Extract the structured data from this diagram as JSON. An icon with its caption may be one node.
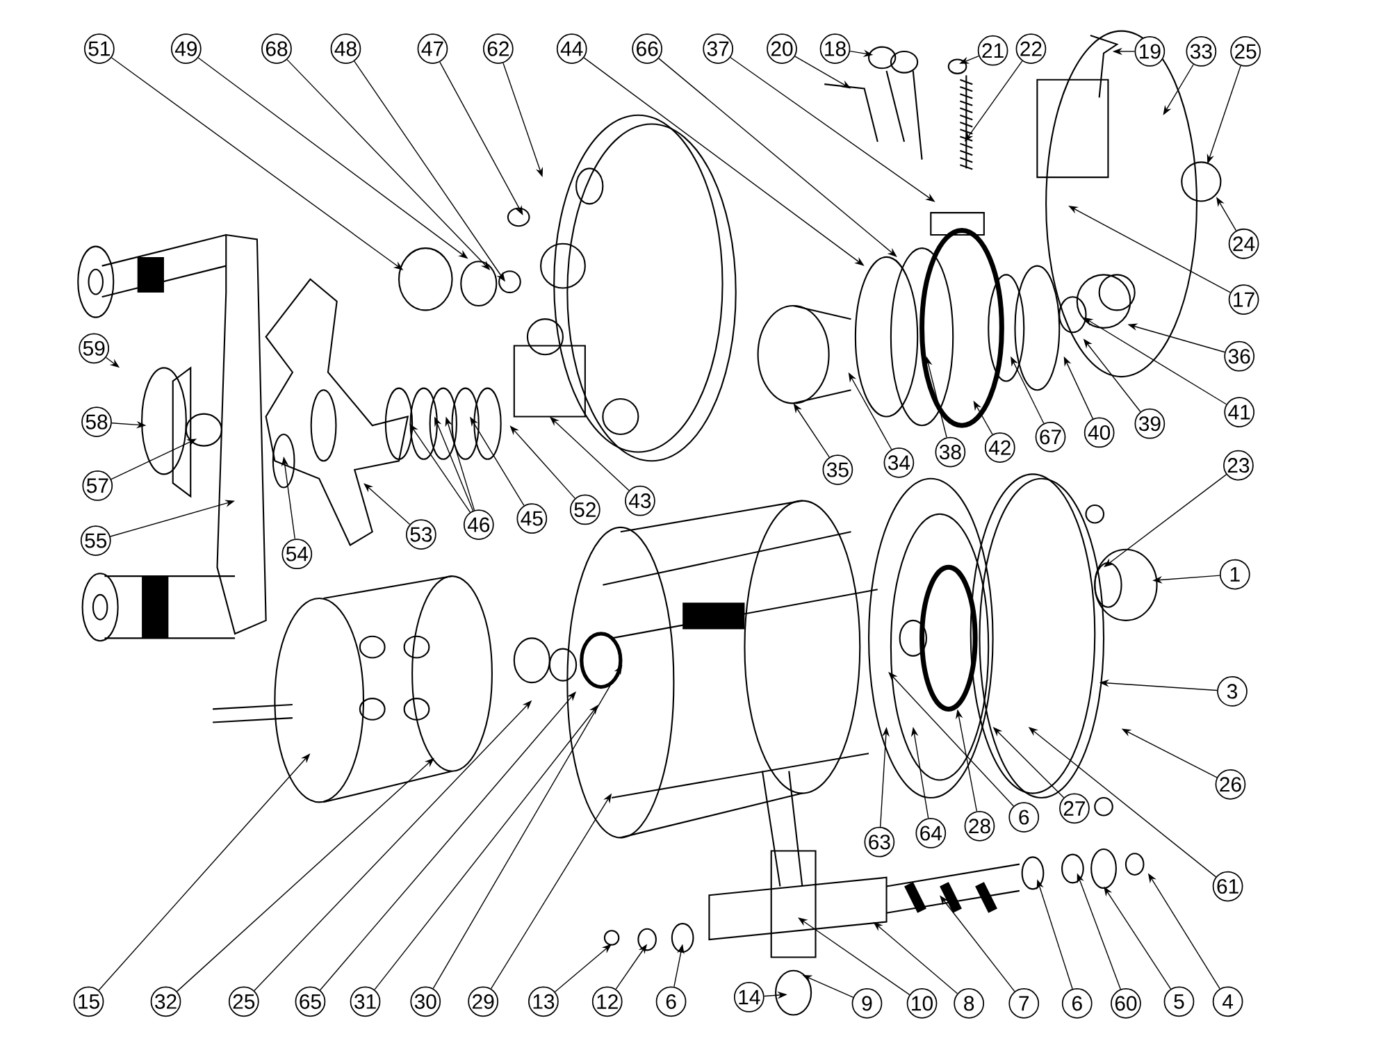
{
  "diagram": {
    "nodes": [
      {
        "text": [
          "51"
        ]
      },
      {
        "text": [
          "49"
        ]
      },
      {
        "text": [
          "68"
        ]
      },
      {
        "text": [
          "48"
        ]
      },
      {
        "text": [
          "47"
        ]
      },
      {
        "text": [
          "62"
        ]
      },
      {
        "text": [
          "44"
        ]
      },
      {
        "text": [
          "66"
        ]
      },
      {
        "text": [
          "37"
        ]
      },
      {
        "text": [
          "20"
        ]
      },
      {
        "text": [
          "18"
        ]
      },
      {
        "text": [
          "21"
        ]
      },
      {
        "text": [
          "22"
        ]
      },
      {
        "text": [
          "19"
        ]
      },
      {
        "text": [
          "33"
        ]
      },
      {
        "text": [
          "25"
        ]
      },
      {
        "text": [
          "24"
        ]
      },
      {
        "text": [
          "17"
        ]
      },
      {
        "text": [
          "36"
        ]
      },
      {
        "text": [
          "41"
        ]
      },
      {
        "text": [
          "39"
        ]
      },
      {
        "text": [
          "40"
        ]
      },
      {
        "text": [
          "67"
        ]
      },
      {
        "text": [
          "42"
        ]
      },
      {
        "text": [
          "38"
        ]
      },
      {
        "text": [
          "34"
        ]
      },
      {
        "text": [
          "35"
        ]
      },
      {
        "text": [
          "59"
        ]
      },
      {
        "text": [
          "58"
        ]
      },
      {
        "text": [
          "57"
        ]
      },
      {
        "text": [
          "55"
        ]
      },
      {
        "text": [
          "54"
        ]
      },
      {
        "text": [
          "53"
        ]
      },
      {
        "text": [
          "46"
        ]
      },
      {
        "text": [
          "45"
        ]
      },
      {
        "text": [
          "52"
        ]
      },
      {
        "text": [
          "43"
        ]
      },
      {
        "text": [
          "23"
        ]
      },
      {
        "text": [
          "1"
        ]
      },
      {
        "text": [
          "3"
        ]
      },
      {
        "text": [
          "26"
        ]
      },
      {
        "text": [
          "61"
        ]
      },
      {
        "text": [
          "27"
        ]
      },
      {
        "text": [
          "6"
        ]
      },
      {
        "text": [
          "28"
        ]
      },
      {
        "text": [
          "64"
        ]
      },
      {
        "text": [
          "63"
        ]
      },
      {
        "text": [
          "15"
        ]
      },
      {
        "text": [
          "32"
        ]
      },
      {
        "text": [
          "25"
        ]
      },
      {
        "text": [
          "65"
        ]
      },
      {
        "text": [
          "31"
        ]
      },
      {
        "text": [
          "30"
        ]
      },
      {
        "text": [
          "29"
        ]
      },
      {
        "text": [
          "13"
        ]
      },
      {
        "text": [
          "12"
        ]
      },
      {
        "text": [
          "6"
        ]
      },
      {
        "text": [
          "14"
        ]
      },
      {
        "text": [
          "9"
        ]
      },
      {
        "text": [
          "10"
        ]
      },
      {
        "text": [
          "8"
        ]
      },
      {
        "text": [
          "7"
        ]
      },
      {
        "text": [
          "6"
        ]
      },
      {
        "text": [
          "60"
        ]
      },
      {
        "text": [
          "5"
        ]
      },
      {
        "text": [
          "4"
        ]
      }
    ],
    "edges": [
      {
        "from": 0,
        "to": null,
        "arrow": "to"
      },
      {
        "from": 1,
        "to": null,
        "arrow": "to"
      },
      {
        "from": 2,
        "to": null,
        "arrow": "to"
      },
      {
        "from": 3,
        "to": null,
        "arrow": "to"
      },
      {
        "from": 4,
        "to": null,
        "arrow": "to"
      },
      {
        "from": 5,
        "to": null,
        "arrow": "to"
      },
      {
        "from": 6,
        "to": null,
        "arrow": "to"
      },
      {
        "from": 7,
        "to": null,
        "arrow": "to"
      },
      {
        "from": 8,
        "to": null,
        "arrow": "to"
      },
      {
        "from": 9,
        "to": null,
        "arrow": "to"
      },
      {
        "from": 10,
        "to": null,
        "arrow": "to"
      },
      {
        "from": 11,
        "to": null,
        "arrow": "to"
      },
      {
        "from": 12,
        "to": null,
        "arrow": "to"
      },
      {
        "from": 13,
        "to": null,
        "arrow": "to"
      },
      {
        "from": 14,
        "to": null,
        "arrow": "to"
      },
      {
        "from": 15,
        "to": null,
        "arrow": "to"
      },
      {
        "from": 16,
        "to": null,
        "arrow": "to"
      },
      {
        "from": 17,
        "to": null,
        "arrow": "to"
      },
      {
        "from": 18,
        "to": null,
        "arrow": "to"
      },
      {
        "from": 19,
        "to": null,
        "arrow": "to"
      },
      {
        "from": 20,
        "to": null,
        "arrow": "to"
      },
      {
        "from": 21,
        "to": null,
        "arrow": "to"
      },
      {
        "from": 22,
        "to": null,
        "arrow": "to"
      },
      {
        "from": 23,
        "to": null,
        "arrow": "to"
      },
      {
        "from": 24,
        "to": null,
        "arrow": "to"
      },
      {
        "from": 25,
        "to": null,
        "arrow": "to"
      },
      {
        "from": 26,
        "to": null,
        "arrow": "to"
      },
      {
        "from": 27,
        "to": null,
        "arrow": "to"
      },
      {
        "from": 28,
        "to": null,
        "arrow": "to"
      },
      {
        "from": 29,
        "to": null,
        "arrow": "to"
      },
      {
        "from": 30,
        "to": null,
        "arrow": "to"
      },
      {
        "from": 31,
        "to": null,
        "arrow": "to"
      },
      {
        "from": 32,
        "to": null,
        "arrow": "to"
      },
      {
        "from": 33,
        "to": null,
        "arrow": "to"
      },
      {
        "from": 33,
        "to": null,
        "arrow": "to"
      },
      {
        "from": 33,
        "to": null,
        "arrow": "to"
      },
      {
        "from": 34,
        "to": null,
        "arrow": "to"
      },
      {
        "from": 35,
        "to": null,
        "arrow": "to"
      },
      {
        "from": 36,
        "to": null,
        "arrow": "to"
      },
      {
        "from": 37,
        "to": null,
        "arrow": "to"
      },
      {
        "from": 38,
        "to": null,
        "arrow": "to"
      },
      {
        "from": 39,
        "to": null,
        "arrow": "to"
      },
      {
        "from": 40,
        "to": null,
        "arrow": "to"
      },
      {
        "from": 41,
        "to": null,
        "arrow": "to"
      },
      {
        "from": 42,
        "to": null,
        "arrow": "to"
      },
      {
        "from": 43,
        "to": null,
        "arrow": "to"
      },
      {
        "from": 44,
        "to": null,
        "arrow": "to"
      },
      {
        "from": 45,
        "to": null,
        "arrow": "to"
      },
      {
        "from": 46,
        "to": null,
        "arrow": "to"
      },
      {
        "from": 47,
        "to": null,
        "arrow": "to"
      },
      {
        "from": 48,
        "to": null,
        "arrow": "to"
      },
      {
        "from": 49,
        "to": null,
        "arrow": "to"
      },
      {
        "from": 50,
        "to": null,
        "arrow": "to"
      },
      {
        "from": 51,
        "to": null,
        "arrow": "to"
      },
      {
        "from": 52,
        "to": null,
        "arrow": "to"
      },
      {
        "from": 53,
        "to": null,
        "arrow": "to"
      },
      {
        "from": 54,
        "to": null,
        "arrow": "to"
      },
      {
        "from": 55,
        "to": null,
        "arrow": "to"
      },
      {
        "from": 56,
        "to": null,
        "arrow": "to"
      },
      {
        "from": 57,
        "to": null,
        "arrow": "to"
      },
      {
        "from": 58,
        "to": null,
        "arrow": "to"
      },
      {
        "from": 59,
        "to": null,
        "arrow": "to"
      },
      {
        "from": 60,
        "to": null,
        "arrow": "to"
      },
      {
        "from": 61,
        "to": null,
        "arrow": "to"
      },
      {
        "from": 62,
        "to": null,
        "arrow": "to"
      },
      {
        "from": 63,
        "to": null,
        "arrow": "to"
      },
      {
        "from": 64,
        "to": null,
        "arrow": "to"
      },
      {
        "from": 65,
        "to": null,
        "arrow": "to"
      }
    ]
  }
}
